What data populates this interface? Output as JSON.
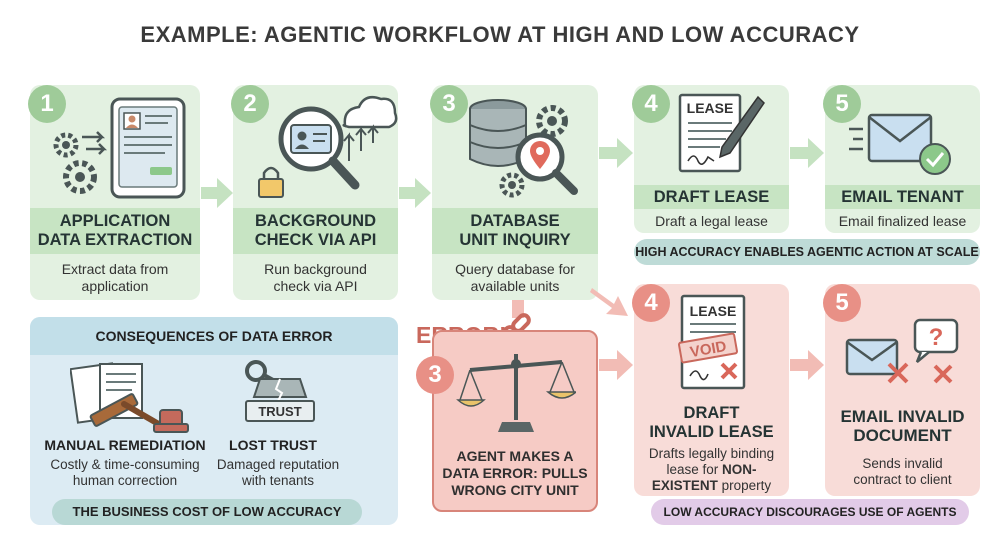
{
  "title": "EXAMPLE: AGENTIC WORKFLOW AT HIGH AND LOW ACCURACY",
  "steps": [
    {
      "number": "1",
      "title_line1": "APPLICATION",
      "title_line2": "DATA EXTRACTION",
      "desc_line1": "Extract data from",
      "desc_line2": "application"
    },
    {
      "number": "2",
      "title_line1": "BACKGROUND",
      "title_line2": "CHECK VIA API",
      "desc_line1": "Run background",
      "desc_line2": "check via API"
    },
    {
      "number": "3",
      "title_line1": "DATABASE",
      "title_line2": "UNIT INQUIRY",
      "desc_line1": "Query database for",
      "desc_line2": "available units"
    },
    {
      "number": "4",
      "title": "DRAFT LEASE",
      "desc": "Draft a legal lease",
      "doc_label": "LEASE"
    },
    {
      "number": "5",
      "title": "EMAIL TENANT",
      "desc": "Email finalized lease"
    }
  ],
  "high_accuracy_label": "HIGH ACCURACY ENABLES AGENTIC ACTION AT SCALE",
  "error": {
    "label": "ERROR!",
    "number": "3",
    "line1": "AGENT MAKES A",
    "line2": "DATA ERROR: PULLS",
    "line3": "WRONG CITY UNIT"
  },
  "bad_steps": [
    {
      "number": "4",
      "title_line1": "DRAFT",
      "title_line2": "INVALID LEASE",
      "desc_line1": "Drafts legally binding",
      "desc_line2": "lease for ",
      "desc_bold1": "NON-",
      "desc_bold2": "EXISTENT",
      "desc_line3_rest": " property",
      "doc_label": "LEASE",
      "stamp": "VOID"
    },
    {
      "number": "5",
      "title_line1": "EMAIL INVALID",
      "title_line2": "DOCUMENT",
      "desc_line1": "Sends invalid",
      "desc_line2": "contract to client"
    }
  ],
  "low_accuracy_label": "LOW ACCURACY DISCOURAGES USE OF AGENTS",
  "consequences": {
    "heading": "CONSEQUENCES OF DATA ERROR",
    "items": [
      {
        "title": "MANUAL REMEDIATION",
        "desc_line1": "Costly & time-consuming",
        "desc_line2": "human correction"
      },
      {
        "title": "LOST TRUST",
        "desc_line1": "Damaged reputation",
        "desc_line2": "with tenants",
        "badge": "TRUST"
      }
    ],
    "footer": "THE BUSINESS COST OF LOW ACCURACY"
  },
  "colors": {
    "green_card": "#e3f1e1",
    "green_strip": "#c7e4c3",
    "red_card": "#f8dcd8",
    "red_strip": "#f2bcb5",
    "blue_card": "#dcebf3",
    "blue_strip": "#c2dfe9"
  }
}
